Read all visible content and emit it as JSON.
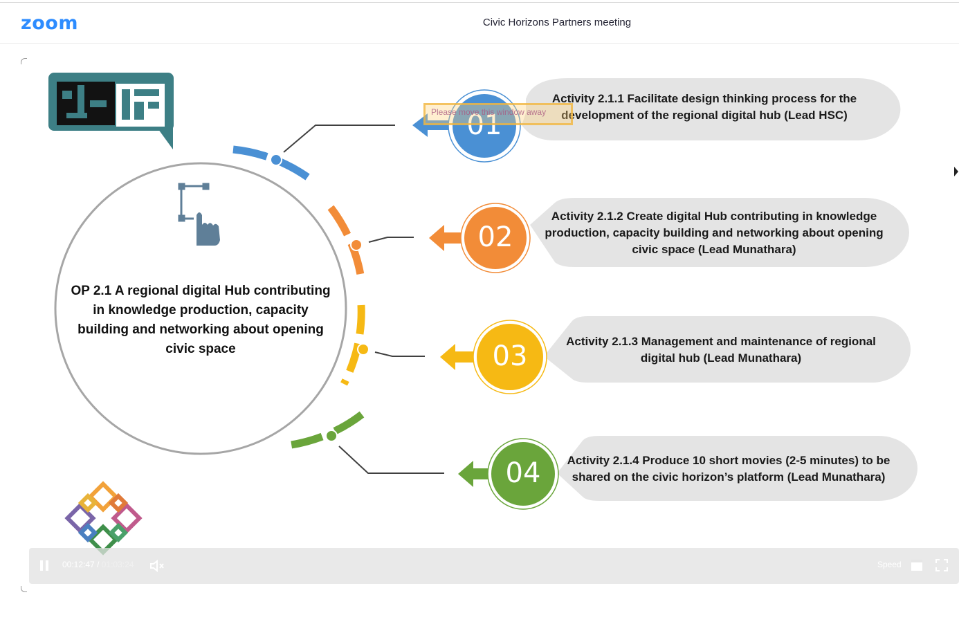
{
  "app": {
    "logo": "zoom",
    "meeting_title": "Civic Horizons Partners meeting"
  },
  "colors": {
    "blue": "#4a90d4",
    "orange": "#f28c38",
    "yellow": "#f6b914",
    "green": "#6aa53b",
    "brand": "#2d8cff"
  },
  "slide": {
    "center_title": "OP 2.1 A regional digital Hub contributing in knowledge production, capacity building and networking about opening civic space",
    "activities": [
      {
        "number": "01",
        "text": "Activity 2.1.1 Facilitate design thinking process for the development of the regional digital hub (Lead HSC)"
      },
      {
        "number": "02",
        "text": "Activity 2.1.2 Create digital Hub contributing in knowledge production, capacity building and networking about opening civic space (Lead Munathara)"
      },
      {
        "number": "03",
        "text": "Activity 2.1.3 Management and maintenance of regional digital hub (Lead Munathara)"
      },
      {
        "number": "04",
        "text": "Activity 2.1.4 Produce 10 short movies (2-5 minutes) to be shared on the civic horizon’s platform (Lead Munathara)"
      }
    ],
    "overlay_warning": "Please move this window away"
  },
  "player": {
    "current_time": "00:12:47",
    "separator": "/",
    "duration": "01:03:24",
    "speed_label": "Speed"
  },
  "icons": [
    "pause-icon",
    "volume-icon",
    "window-icon",
    "fullscreen-icon",
    "hand-pointer-icon",
    "organization-logo",
    "diamond-logo"
  ]
}
